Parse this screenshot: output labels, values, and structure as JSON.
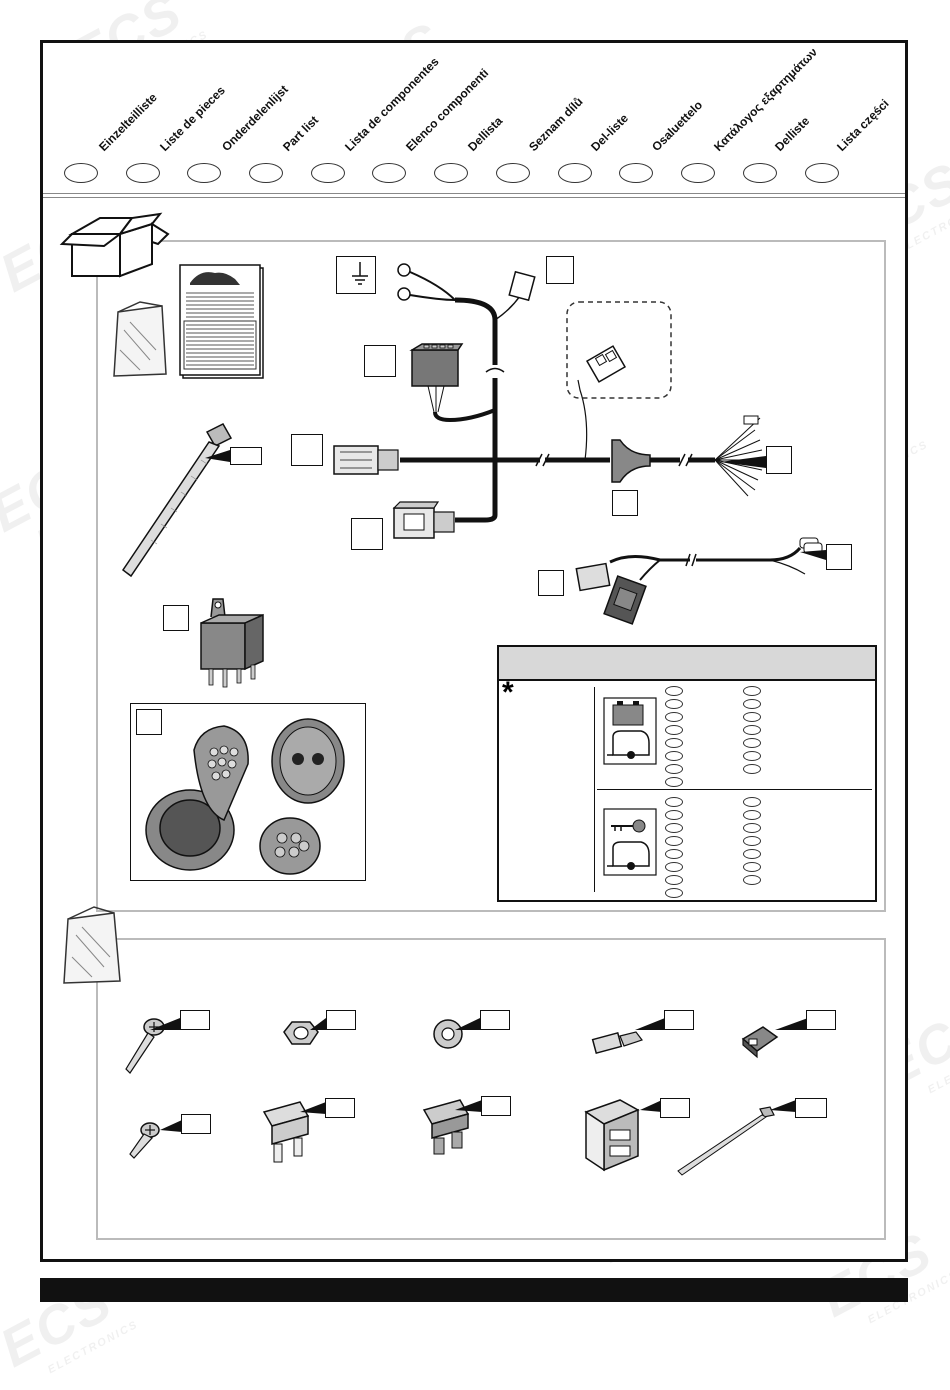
{
  "languages": [
    "Einzelteilliste",
    "Liste de pieces",
    "Onderdelenlijst",
    "Part list",
    "Lista de componentes",
    "Elenco componenti",
    "Dellista",
    "Seznam dílů",
    "Del-liste",
    "Osaluettelo",
    "Κατάλογος εξαρτημάτων",
    "Delliste",
    "Lista części"
  ],
  "watermark": {
    "brand": "ECS",
    "sub": "ELECTRONICS"
  },
  "table": {
    "mark": "*"
  }
}
